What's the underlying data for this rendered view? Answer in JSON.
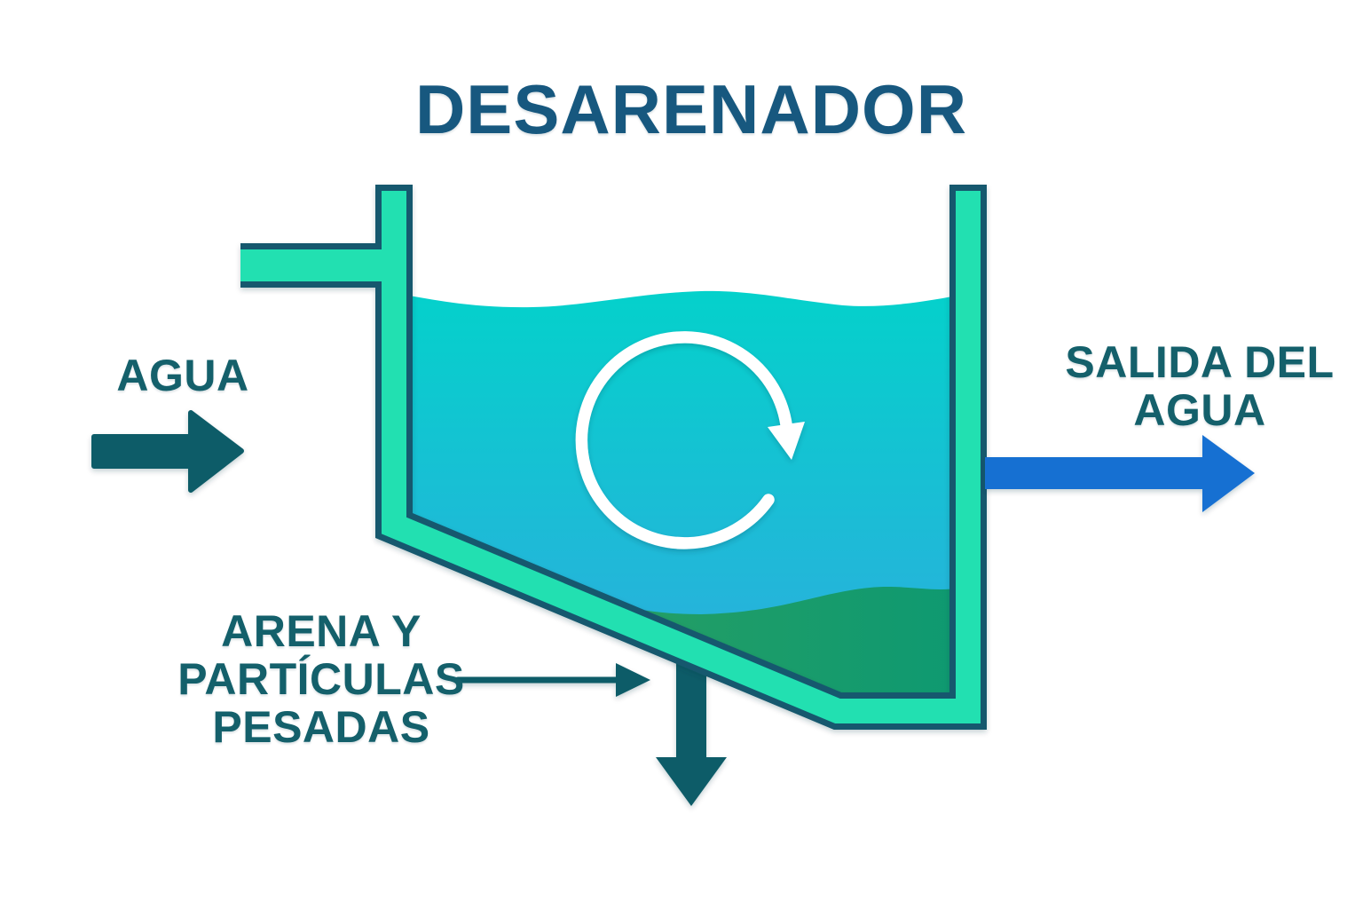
{
  "title": "DESARENADOR",
  "labels": {
    "inflow": "AGUA",
    "outflow_line1": "SALIDA DEL",
    "outflow_line2": "AGUA",
    "sediment_line1": "ARENA Y",
    "sediment_line2": "PARTÍCULAS",
    "sediment_line3": "PESADAS"
  },
  "icons": {
    "inflow_arrow": "right-arrow",
    "outflow_arrow": "right-arrow",
    "circulation_arrow": "clockwise-circular-arrow",
    "sediment_outlet_arrow": "down-arrow",
    "sediment_pointer_arrow": "thin-right-arrow"
  },
  "colors": {
    "title": "#17587f",
    "label": "#14606b",
    "arrow_dark": "#0f5c68",
    "arrow_blue": "#1870d2",
    "wall_green": "#20e0b1",
    "outline": "#14586e",
    "water_top": "#04d1cb",
    "water_bottom": "#2fabdf",
    "sediment_left": "#2ba061",
    "sediment_right": "#0e9971",
    "circulation_white": "#ffffff"
  }
}
